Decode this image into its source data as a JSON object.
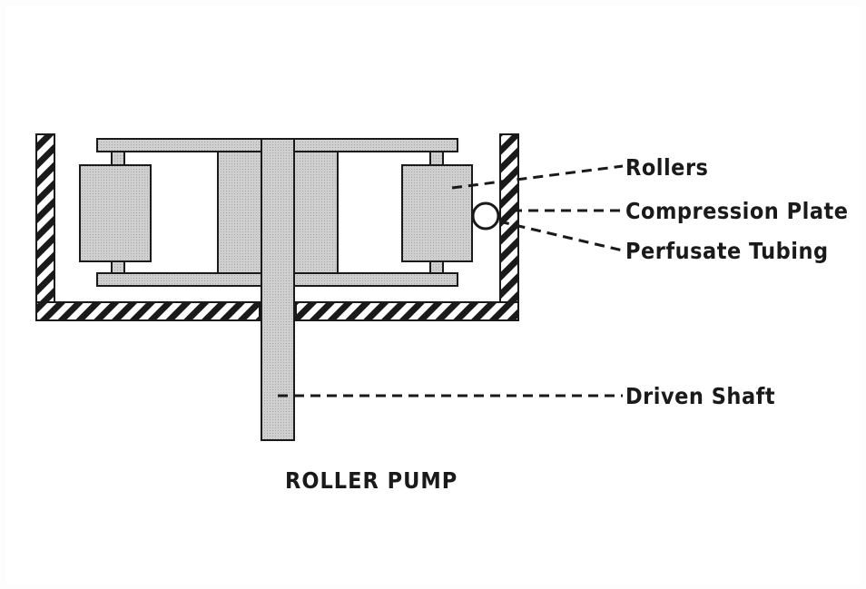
{
  "labels": {
    "rollers": "Rollers",
    "compression_plate": "Compression Plate",
    "perfusate_tubing": "Perfusate Tubing",
    "driven_shaft": "Driven Shaft"
  },
  "caption": "ROLLER PUMP",
  "colors": {
    "part_fill": "#c9c9c9",
    "line": "#1a1a1a",
    "hatch": "#1a1a1a"
  }
}
